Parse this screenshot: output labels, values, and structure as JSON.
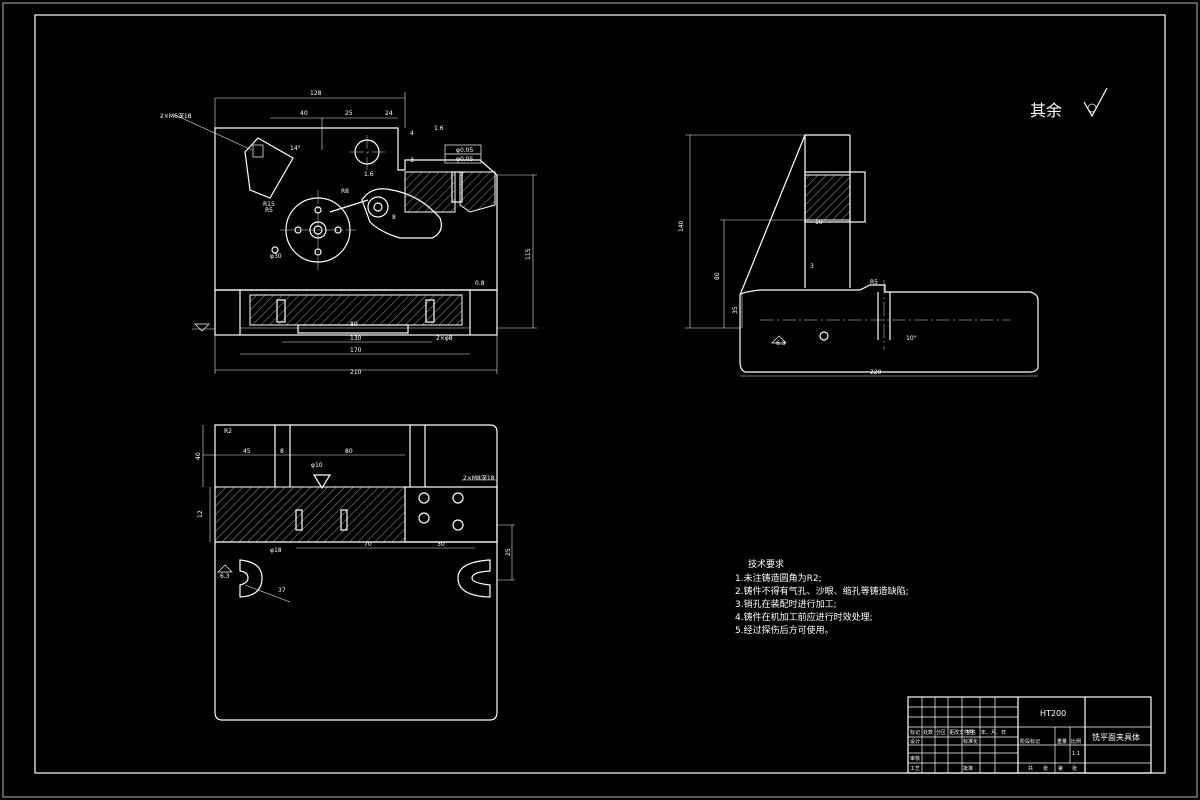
{
  "roughness_note": {
    "text": "其余",
    "symbol": "roughness-symbol"
  },
  "tech_requirements": {
    "title": "技术要求",
    "items": [
      "1.未注铸造圆角为R2;",
      "2.铸件不得有气孔、沙眼、缩孔等铸造缺陷;",
      "3.销孔在装配时进行加工;",
      "4.铸件在机加工前应进行时效处理;",
      "5.经过探伤后方可使用。"
    ]
  },
  "title_block": {
    "material": "HT200",
    "part_name": "铣平面夹具体",
    "row_labels": [
      "标记",
      "设计",
      "审核",
      "工艺"
    ],
    "header_cells": [
      "处数",
      "分区",
      "更改文件号",
      "签名",
      "年、月、日"
    ],
    "cells": [
      "标准化",
      "批准",
      "阶段标记",
      "重量",
      "比例",
      "1:1",
      "共",
      "张",
      "第",
      "张"
    ]
  },
  "views": {
    "front": {
      "dims": [
        "128",
        "40",
        "25",
        "24",
        "14°",
        "4",
        "3",
        "1.6",
        "R15",
        "R5",
        "φ30",
        "R8",
        "8",
        "115",
        "80",
        "130",
        "170",
        "210",
        "2×φ8",
        "2×M6深18",
        "φ0.05",
        "0.8"
      ],
      "notes": [
        "2×M6深18",
        "1.6",
        "0.8"
      ]
    },
    "side": {
      "dims": [
        "140",
        "80",
        "35",
        "220",
        "10",
        "3",
        "R5",
        "6.3",
        "10°"
      ],
      "notes": [
        "6.3"
      ]
    },
    "top": {
      "dims": [
        "R2",
        "45",
        "8",
        "80",
        "70",
        "30",
        "40",
        "12",
        "25",
        "φ10",
        "6.3",
        "37"
      ],
      "notes": [
        "2×M8深18",
        "6.3",
        "φ18"
      ]
    }
  }
}
